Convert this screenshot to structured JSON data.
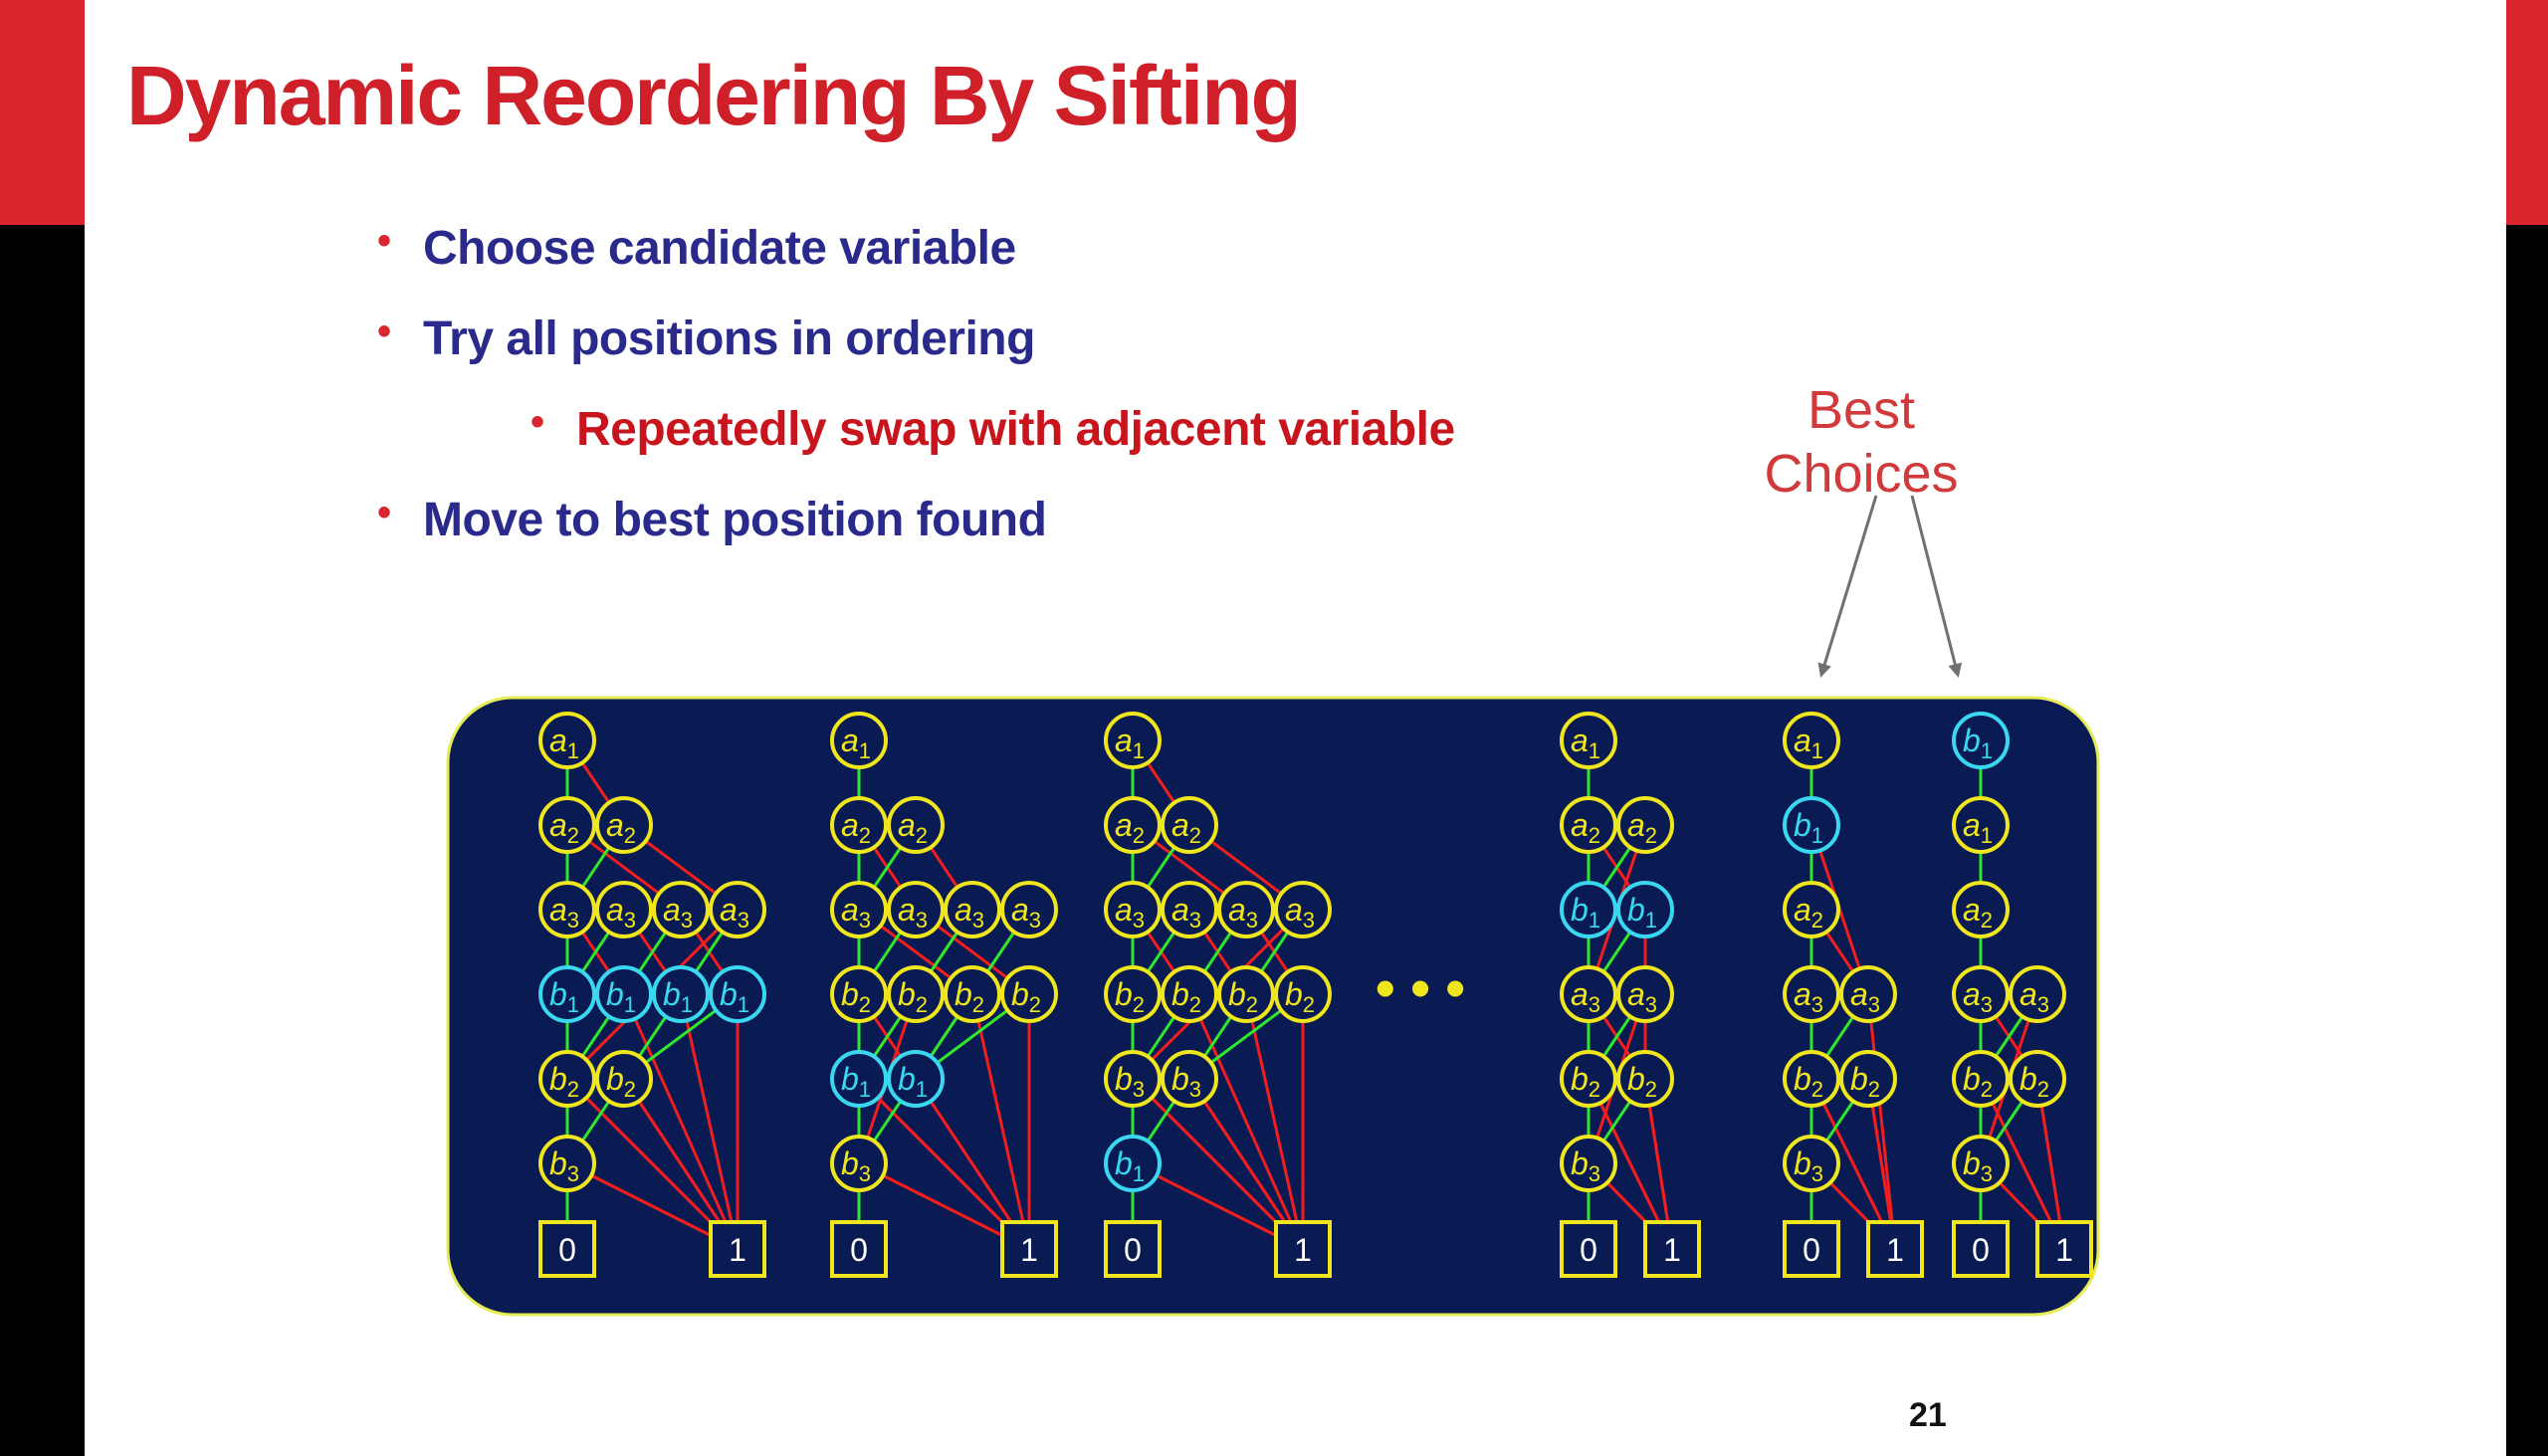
{
  "slide": {
    "title": "Dynamic Reordering By Sifting",
    "page_number": "21",
    "callout": {
      "line1": "Best",
      "line2": "Choices"
    },
    "bullets": [
      {
        "text": "Choose candidate variable"
      },
      {
        "text": "Try all positions in ordering"
      },
      {
        "text": "Repeatedly swap with adjacent variable"
      },
      {
        "text": "Move to best position found"
      }
    ],
    "colors": {
      "accent": "#d9262e",
      "panel": "#0a1a52",
      "node_candidate": "#3ad8f0",
      "node_other": "#f0e61e",
      "edge_high": "#2ee82e",
      "edge_low": "#f01e1e"
    },
    "ellipsis": "• • •",
    "diagrams": [
      {
        "nodes": [
          [
            "a1"
          ],
          [
            "a2",
            "a2"
          ],
          [
            "a3",
            "a3",
            "a3",
            "a3"
          ],
          [
            "b1",
            "b1",
            "b1",
            "b1"
          ],
          [
            "b2",
            "b2"
          ],
          [
            "b3"
          ]
        ],
        "terminals": [
          "0",
          "1"
        ]
      },
      {
        "nodes": [
          [
            "a1"
          ],
          [
            "a2",
            "a2"
          ],
          [
            "a3",
            "a3",
            "a3",
            "a3"
          ],
          [
            "b2",
            "b2",
            "b2",
            "b2"
          ],
          [
            "b1",
            "b1"
          ],
          [
            "b3"
          ]
        ],
        "terminals": [
          "0",
          "1"
        ]
      },
      {
        "nodes": [
          [
            "a1"
          ],
          [
            "a2",
            "a2"
          ],
          [
            "a3",
            "a3",
            "a3",
            "a3"
          ],
          [
            "b2",
            "b2",
            "b2",
            "b2"
          ],
          [
            "b3",
            "b3"
          ],
          [
            "b1"
          ]
        ],
        "terminals": [
          "0",
          "1"
        ]
      },
      {
        "nodes": [
          [
            "a1"
          ],
          [
            "a2",
            "a2"
          ],
          [
            "b1",
            "b1"
          ],
          [
            "a3",
            "a3"
          ],
          [
            "b2",
            "b2"
          ],
          [
            "b3"
          ]
        ],
        "terminals": [
          "0",
          "1"
        ]
      },
      {
        "nodes": [
          [
            "a1"
          ],
          [
            "b1"
          ],
          [
            "a2"
          ],
          [
            "a3",
            "a3"
          ],
          [
            "b2",
            "b2"
          ],
          [
            "b3"
          ]
        ],
        "terminals": [
          "0",
          "1"
        ]
      },
      {
        "nodes": [
          [
            "b1"
          ],
          [
            "a1"
          ],
          [
            "a2"
          ],
          [
            "a3",
            "a3"
          ],
          [
            "b2",
            "b2"
          ],
          [
            "b3"
          ]
        ],
        "terminals": [
          "0",
          "1"
        ]
      }
    ]
  }
}
